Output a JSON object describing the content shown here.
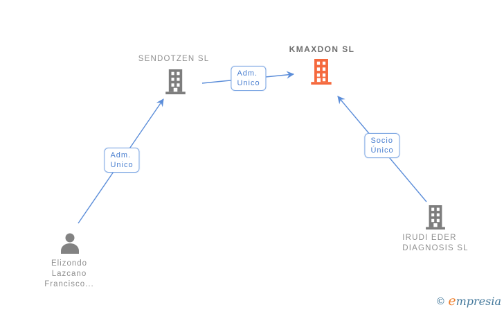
{
  "diagram": {
    "nodes": {
      "sendotzen": {
        "label": "SENDOTZEN SL",
        "type": "company"
      },
      "kmaxdon": {
        "label": "KMAXDON SL",
        "type": "company",
        "highlighted": true
      },
      "irudi": {
        "label_line1": "IRUDI EDER",
        "label_line2": "DIAGNOSIS SL",
        "type": "company"
      },
      "person": {
        "label_line1": "Elizondo",
        "label_line2": "Lazcano",
        "label_line3": "Francisco...",
        "type": "person"
      }
    },
    "edges": {
      "person_to_sendotzen": {
        "label_line1": "Adm.",
        "label_line2": "Unico"
      },
      "sendotzen_to_kmaxdon": {
        "label_line1": "Adm.",
        "label_line2": "Unico"
      },
      "irudi_to_kmaxdon": {
        "label_line1": "Socio",
        "label_line2": "Único"
      }
    }
  },
  "footer": {
    "copyright_symbol": "©",
    "brand_initial": "e",
    "brand_rest": "mpresia"
  },
  "colors": {
    "edge_blue": "#5b8dd9",
    "box_border": "#7fa8e3",
    "box_text": "#4a7fd0",
    "label_gray": "#8f8f8f",
    "label_dark": "#6f6f6f",
    "building_gray": "#7d7d7d",
    "building_orange": "#f5693d",
    "person_gray": "#828282",
    "logo_blue": "#44799c",
    "logo_orange": "#ee7f2d"
  }
}
